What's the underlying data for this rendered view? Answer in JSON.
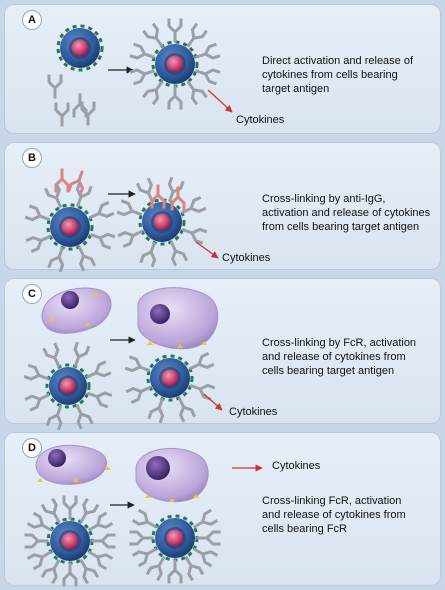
{
  "panels": [
    {
      "letter": "A",
      "description": "Direct activation and release of cytokines from cells bearing target antigen",
      "cytokines_label": "Cytokines"
    },
    {
      "letter": "B",
      "description": "Cross-linking by anti-IgG, activation and release of cytokines from cells bearing target antigen",
      "cytokines_label": "Cytokines"
    },
    {
      "letter": "C",
      "description": "Cross-linking by FcR, activation and release of cytokines from cells bearing target antigen",
      "cytokines_label": "Cytokines"
    },
    {
      "letter": "D",
      "description": "Cross-linking FcR, activation and release of cytokines from cells bearing FcR",
      "cytokines_label": "Cytokines"
    }
  ],
  "colors": {
    "background": "#c7d7e8",
    "panel": "#e2ebf5",
    "target_cell": "#2f5a9a",
    "nucleus": "#c83a6a",
    "antigen_marker": "#1f7a5a",
    "antibody": "#9a9fa6",
    "anti_igg": "#d98585",
    "fcr_cell": "#b9a4d8",
    "fcr_nucleus": "#4a2f73",
    "fc_receptor": "#f2c631",
    "arrow_red": "#d0312d"
  }
}
